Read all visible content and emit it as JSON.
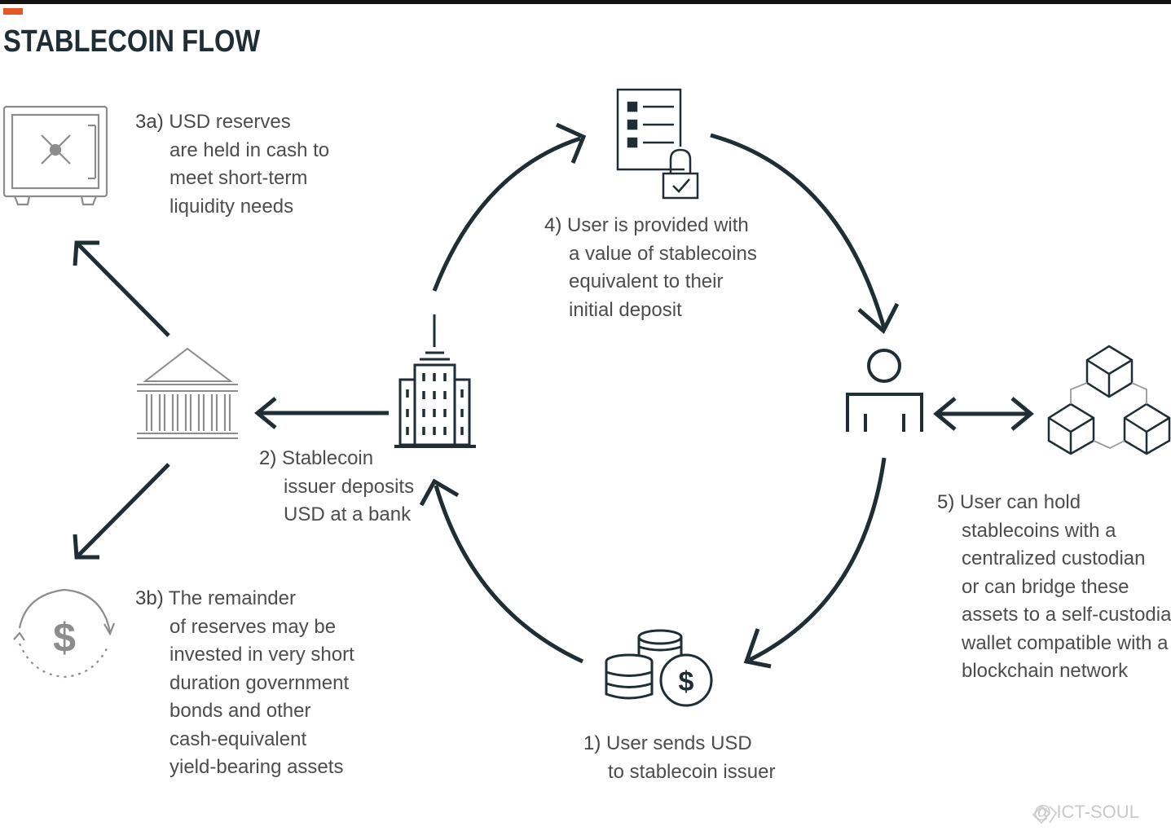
{
  "title": "STABLECOIN FLOW",
  "colors": {
    "accent": "#e8552a",
    "dark": "#1f2e34",
    "gray_icon": "#8a8a8a"
  },
  "steps": {
    "s1": {
      "num": "1)",
      "lines": [
        "User sends USD",
        "to stablecoin issuer"
      ]
    },
    "s2": {
      "num": "2)",
      "lines": [
        "Stablecoin",
        "issuer deposits",
        "USD at a bank"
      ]
    },
    "s3a": {
      "num": "3a)",
      "lines": [
        "USD reserves",
        "are held in cash to",
        "meet short-term",
        "liquidity needs"
      ]
    },
    "s3b": {
      "num": "3b)",
      "lines": [
        "The remainder",
        "of reserves may be",
        "invested in very short",
        "duration government",
        "bonds and other",
        "cash-equivalent",
        "yield-bearing assets"
      ]
    },
    "s4": {
      "num": "4)",
      "lines": [
        "User is provided with",
        "a value of stablecoins",
        "equivalent to their",
        "initial deposit"
      ]
    },
    "s5": {
      "num": "5)",
      "lines": [
        "User can hold",
        "stablecoins with a",
        "centralized custodian",
        "or can bridge these",
        "assets to a self-custodial",
        "wallet compatible with a",
        "blockchain network"
      ]
    }
  },
  "icons": [
    "safe-icon",
    "bank-icon",
    "office-building-icon",
    "document-lock-icon",
    "user-icon",
    "blockchain-icon",
    "coins-dollar-icon",
    "dollar-cycle-icon"
  ],
  "watermark": "@ ICT-SOUL"
}
